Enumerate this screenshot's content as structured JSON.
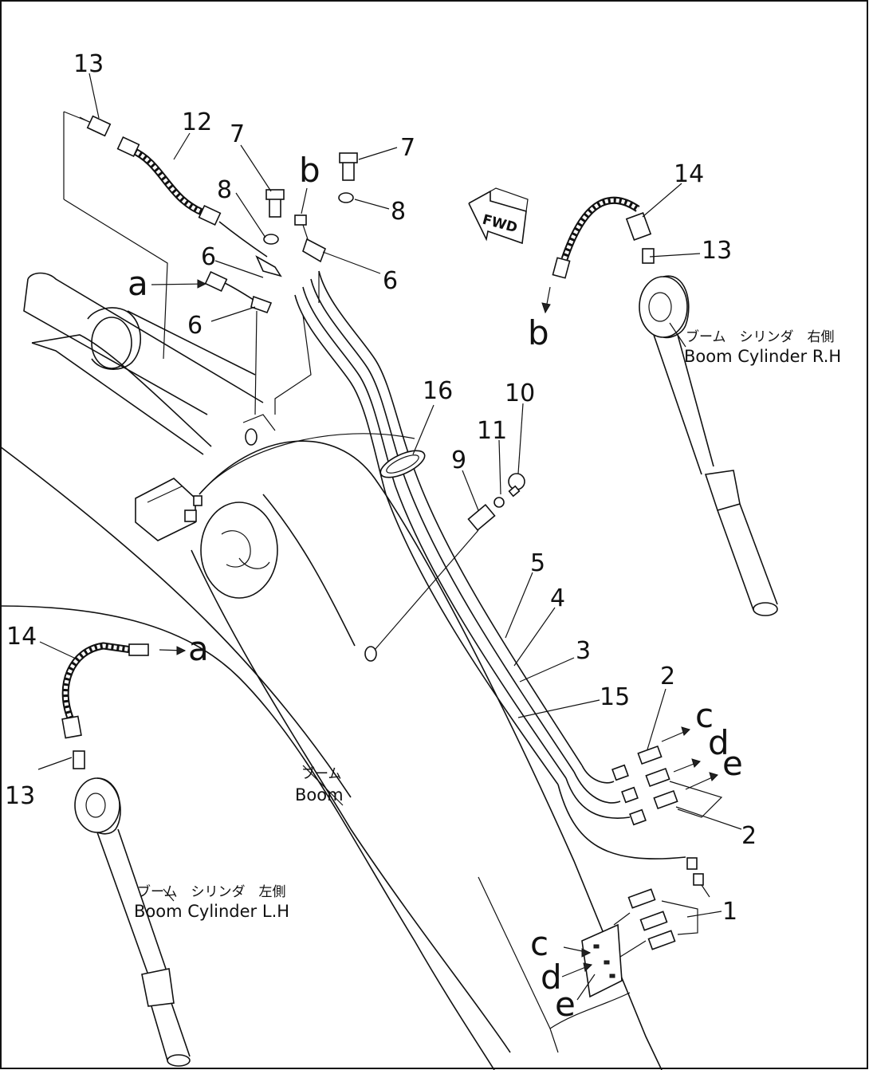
{
  "callouts": {
    "n1": "1",
    "n2a": "2",
    "n2b": "2",
    "n3": "3",
    "n4": "4",
    "n5": "5",
    "n6a": "6",
    "n6b": "6",
    "n6c": "6",
    "n7a": "7",
    "n7b": "7",
    "n8a": "8",
    "n8b": "8",
    "n9": "9",
    "n10": "10",
    "n11": "11",
    "n12": "12",
    "n13a": "13",
    "n13b": "13",
    "n13c": "13",
    "n14a": "14",
    "n14b": "14",
    "n15": "15",
    "n16": "16"
  },
  "connection_labels": {
    "a_from": "a",
    "a_to": "a",
    "b_from": "b",
    "b_to": "b",
    "c_top": "c",
    "d_top": "d",
    "e_top": "e",
    "c_bottom": "c",
    "d_bottom": "d",
    "e_bottom": "e"
  },
  "direction_marker": "FWD",
  "captions": {
    "boom_cyl_rh_jp": "ブーム　シリンダ　右側",
    "boom_cyl_rh_en": "Boom Cylinder R.H",
    "boom_jp": "ブーム",
    "boom_en": "Boom",
    "boom_cyl_lh_jp": "ブーム　シリンダ　左側",
    "boom_cyl_lh_en": "Boom Cylinder L.H"
  }
}
